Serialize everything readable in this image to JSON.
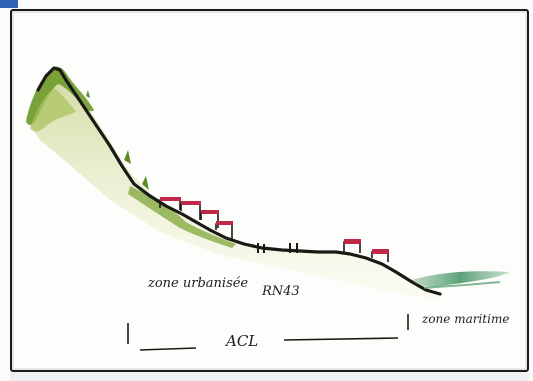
{
  "labels": {
    "zone_urbanisee": "zone urbanisée",
    "road": "RN43",
    "acl": "ACL",
    "zone_maritime": "zone maritime"
  },
  "colors": {
    "frame_border": "#1b1b1b",
    "terrain_line": "#1a1a14",
    "vegetation": "#6f9a2c",
    "vegetation_light": "#d8dca0",
    "house_roof": "#c0284a",
    "sea": "#3f8f5f",
    "corner_tab": "#2f63b8"
  }
}
